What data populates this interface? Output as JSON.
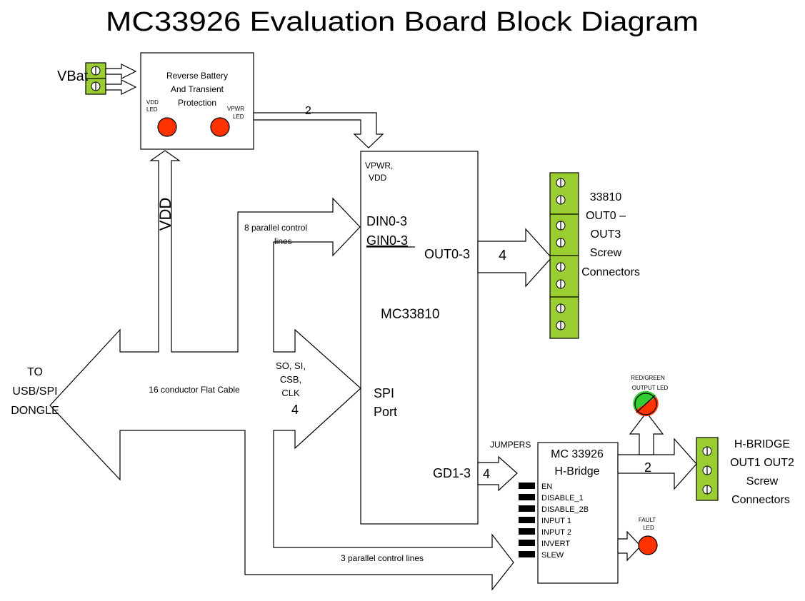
{
  "title": "MC33926 Evaluation Board Block Diagram",
  "vbat": {
    "label": "VBat"
  },
  "protection": {
    "line1": "Reverse Battery",
    "line2": "And Transient",
    "line3": "Protection",
    "vdd_led_line1": "VDD",
    "vdd_led_line2": "LED",
    "vpwr_led_line1": "VPWR",
    "vpwr_led_line2": "LED",
    "bus_count": "2"
  },
  "vdd_label": "VDD",
  "mc33810": {
    "name": "MC33810",
    "power_line1": "VPWR,",
    "power_line2": "VDD",
    "din": "DIN0-3",
    "gin": "GIN0-3",
    "out": "OUT0-3",
    "out_count": "4",
    "spi_line1": "SPI",
    "spi_line2": "Port",
    "gd": "GD1-3",
    "gd_count": "4"
  },
  "parallel_lines_8": {
    "line1": "8 parallel control",
    "line2": "lines"
  },
  "spi_signals": {
    "line1": "SO, SI,",
    "line2": "CSB,",
    "line3": "CLK",
    "count": "4"
  },
  "flat_cable": "16 conductor Flat Cable",
  "dongle": {
    "line1": "TO",
    "line2": "USB/SPI",
    "line3": "DONGLE"
  },
  "out_connectors": {
    "line1": "33810",
    "line2": "OUT0 –",
    "line3": "OUT3",
    "line4": "Screw",
    "line5": "Connectors"
  },
  "jumpers_label": "JUMPERS",
  "hbridge": {
    "line1": "MC 33926",
    "line2": "H-Bridge",
    "out_count": "2",
    "pins": [
      "EN",
      "DISABLE_1",
      "DISABLE_2B",
      "INPUT 1",
      "INPUT 2",
      "INVERT",
      "SLEW"
    ]
  },
  "output_led": {
    "line1": "RED/GREEN",
    "line2": "OUTPUT LED"
  },
  "fault_led": {
    "line1": "FAULT",
    "line2": "LED"
  },
  "hbridge_connectors": {
    "line1": "H-BRIDGE",
    "line2": "OUT1 OUT2",
    "line3": "Screw",
    "line4": "Connectors"
  },
  "parallel_lines_3": "3 parallel control lines",
  "colors": {
    "terminal": "#9ACD32",
    "led_red": "#ff3300",
    "led_green": "#33cc33"
  }
}
